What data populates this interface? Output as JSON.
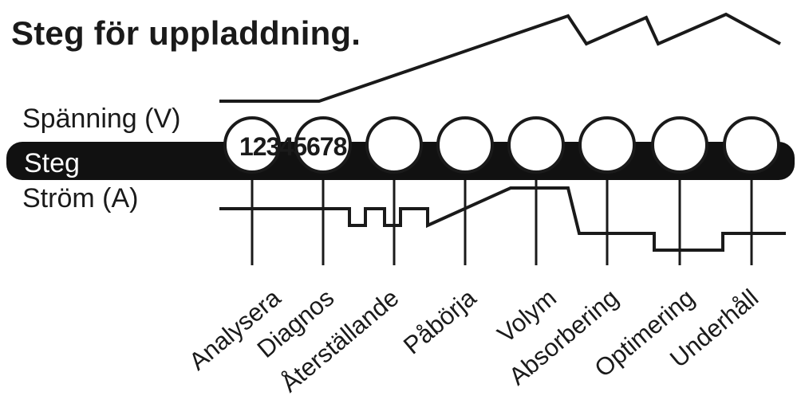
{
  "title": "Steg för uppladdning.",
  "labels": {
    "voltage": "Spänning (V)",
    "step": "Steg",
    "current": "Ström (A)"
  },
  "step_numbers": "12345678",
  "stages": [
    "Analysera",
    "Diagnos",
    "Återställande",
    "Påbörja",
    "Volym",
    "Absorbering",
    "Optimering",
    "Underhåll"
  ],
  "colors": {
    "ink": "#1a1a1a",
    "band": "#111111",
    "circle_fill": "#ffffff"
  }
}
